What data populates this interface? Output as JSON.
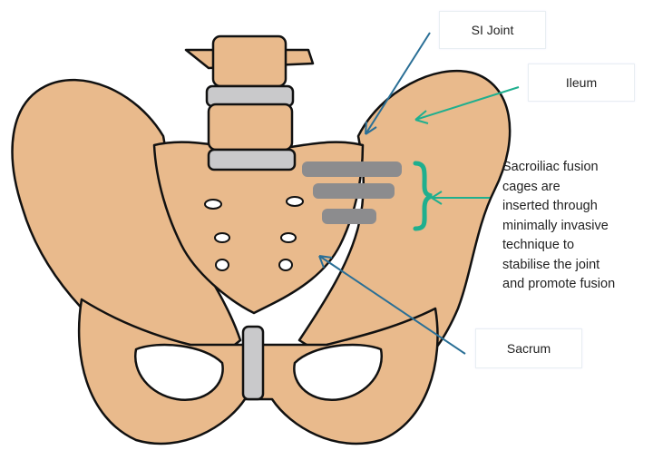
{
  "labels": {
    "si_joint": "SI Joint",
    "ileum": "Ileum",
    "sacrum": "Sacrum"
  },
  "description": [
    "Sacroiliac fusion",
    "cages are",
    "inserted through",
    "minimally invasive",
    "technique to",
    "stabilise the joint",
    "and promote fusion"
  ],
  "colors": {
    "bone": "#E9BA8C",
    "bone_shade": "#D9A273",
    "disc": "#C9C9CB",
    "cage": "#8C8C8E",
    "teal": "#1FAF8E",
    "blue": "#2A6F96"
  }
}
